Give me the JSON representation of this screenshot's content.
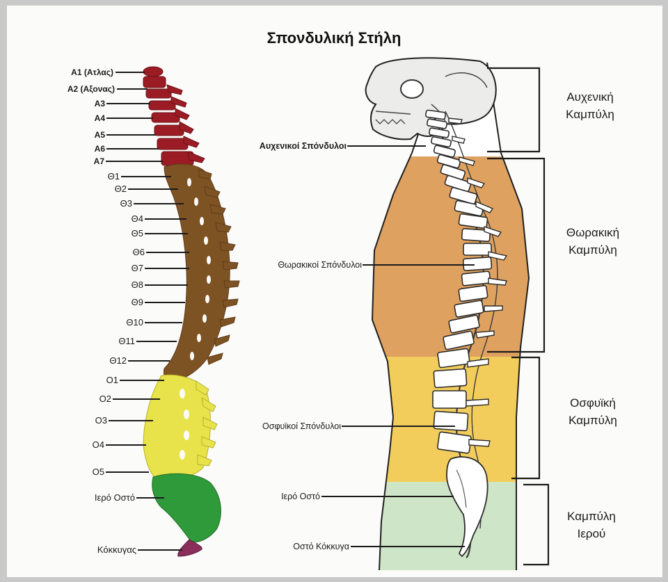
{
  "title": "Σπονδυλική Στήλη",
  "colors": {
    "cervical": "#9b1c24",
    "thoracic": "#7e5324",
    "lumbar": "#e8e34a",
    "sacrum": "#2f9a3a",
    "coccyx": "#8a2e5a",
    "band_cervical": "#ffffff",
    "band_thoracic": "#dfa15f",
    "band_lumbar": "#f3cd5b",
    "band_sacral": "#cfe5c8"
  },
  "vertebra_labels": {
    "A1": "A1 (Ατλας)",
    "A2": "A2 (Αξονας)",
    "A3": "A3",
    "A4": "A4",
    "A5": "A5",
    "A6": "A6",
    "A7": "A7",
    "T1": "Θ1",
    "T2": "Θ2",
    "T3": "Θ3",
    "T4": "Θ4",
    "T5": "Θ5",
    "T6": "Θ6",
    "T7": "Θ7",
    "T8": "Θ8",
    "T9": "Θ9",
    "T10": "Θ10",
    "T11": "Θ11",
    "T12": "Θ12",
    "L1": "Ο1",
    "L2": "Ο2",
    "L3": "Ο3",
    "L4": "Ο4",
    "L5": "Ο5",
    "sacrum": "Ιερό Οστό",
    "coccyx": "Κόκκυγας"
  },
  "body_labels": {
    "cervical": "Αυχενικοί Σπόνδυλοι",
    "thoracic": "Θωρακικοί Σπόνδυλοι",
    "lumbar": "Οσφυϊκοί Σπόνδυλοι",
    "sacrum": "Ιερό Οστό",
    "coccyx": "Οστό Κόκκυγα"
  },
  "curves": {
    "cervical": [
      "Αυχενική",
      "Καμπύλη"
    ],
    "thoracic": [
      "Θωρακική",
      "Καμπύλη"
    ],
    "lumbar": [
      "Οσφυϊκή",
      "Καμπύλη"
    ],
    "sacral": [
      "Καμπύλη",
      "Ιερού"
    ]
  }
}
